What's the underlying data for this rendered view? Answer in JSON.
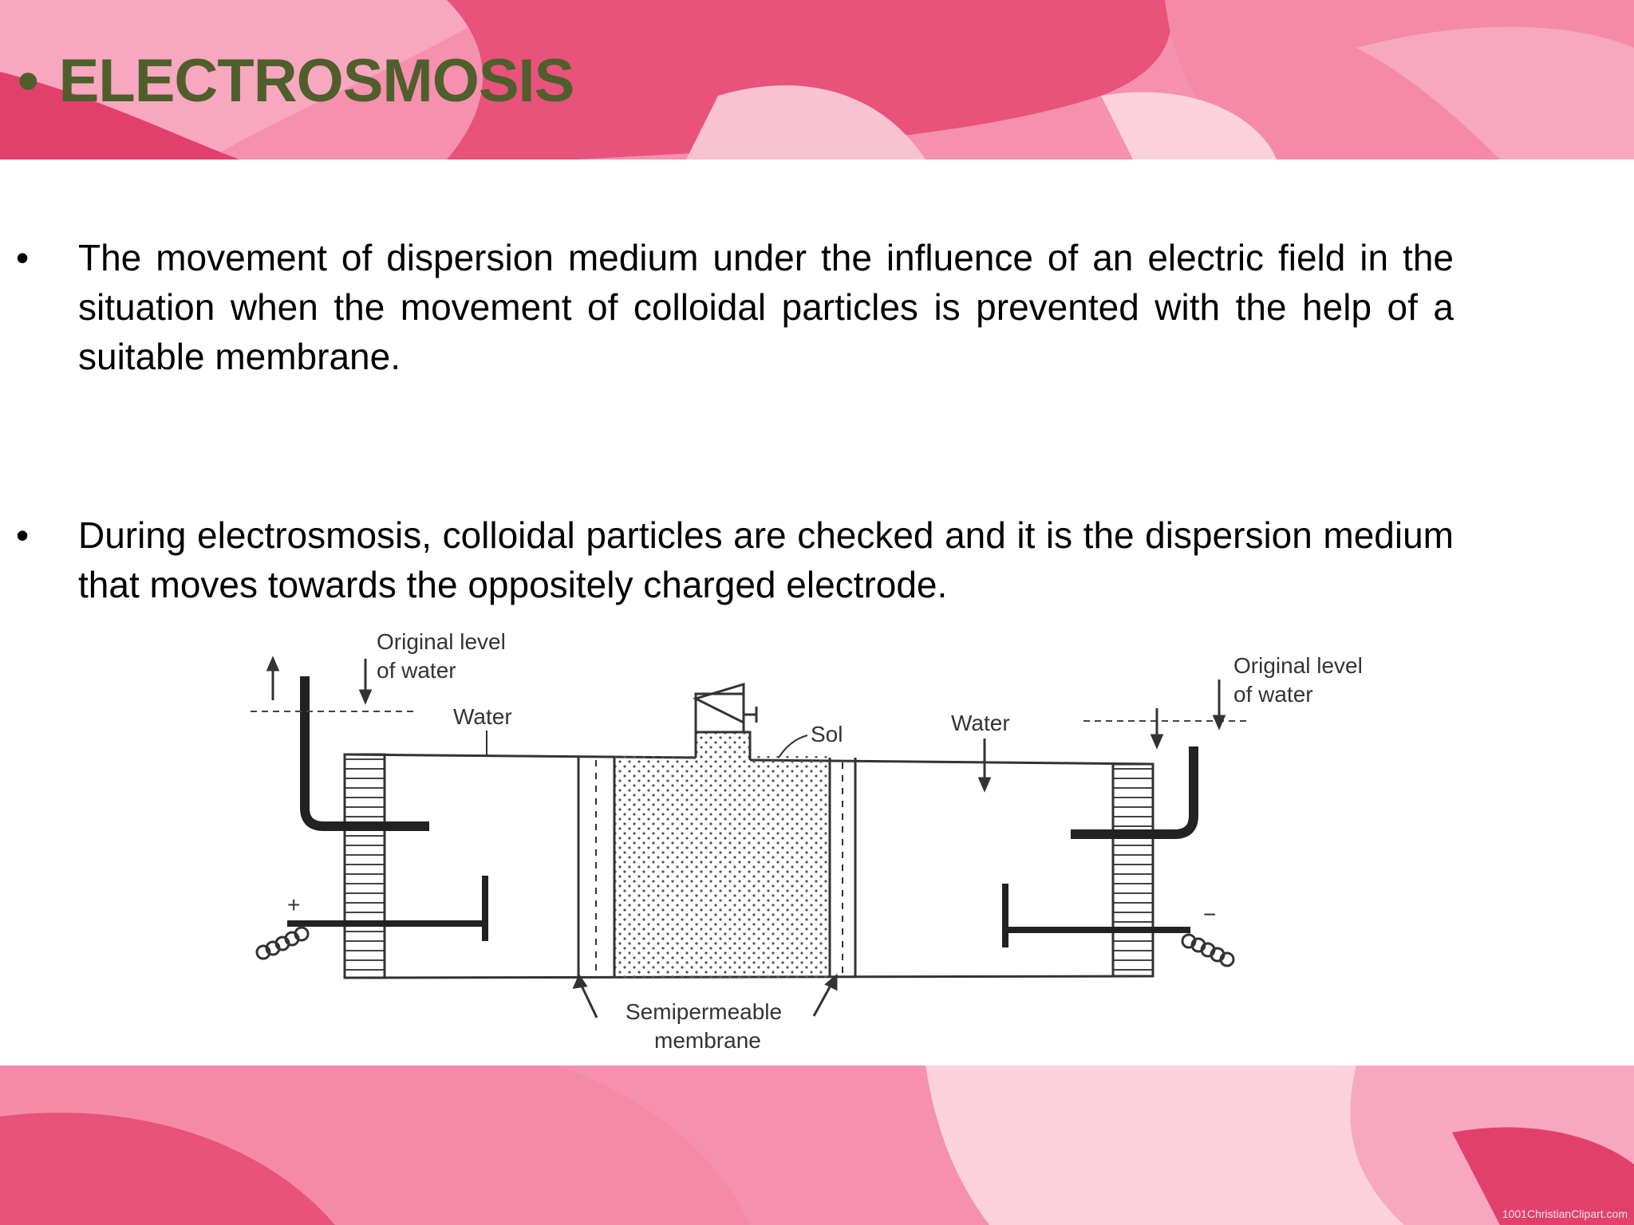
{
  "slide": {
    "title": "ELECTROSMOSIS",
    "title_bullet": "•",
    "bullets": [
      "The  movement of dispersion medium under the influence of an electric field in the situation when the movement of colloidal particles is prevented with the help of a suitable membrane.",
      "During electrosmosis, colloidal particles are checked and it is the dispersion medium that moves towards the oppositely charged electrode."
    ],
    "bullet_symbol": "•"
  },
  "diagram": {
    "left_level_label_1": "Original level",
    "left_level_label_2": "of water",
    "right_level_label_1": "Original level",
    "right_level_label_2": "of water",
    "left_water": "Water",
    "right_water": "Water",
    "sol": "Sol",
    "membrane_1": "Semipermeable",
    "membrane_2": "membrane",
    "plus": "+",
    "minus": "−"
  },
  "footer": {
    "credit": "1001ChristianClipart.com"
  },
  "colors": {
    "title": "#4f5f2c",
    "pink_dark": "#e2406c",
    "pink_mid": "#f48aa8",
    "pink_light": "#f9c2d2"
  }
}
